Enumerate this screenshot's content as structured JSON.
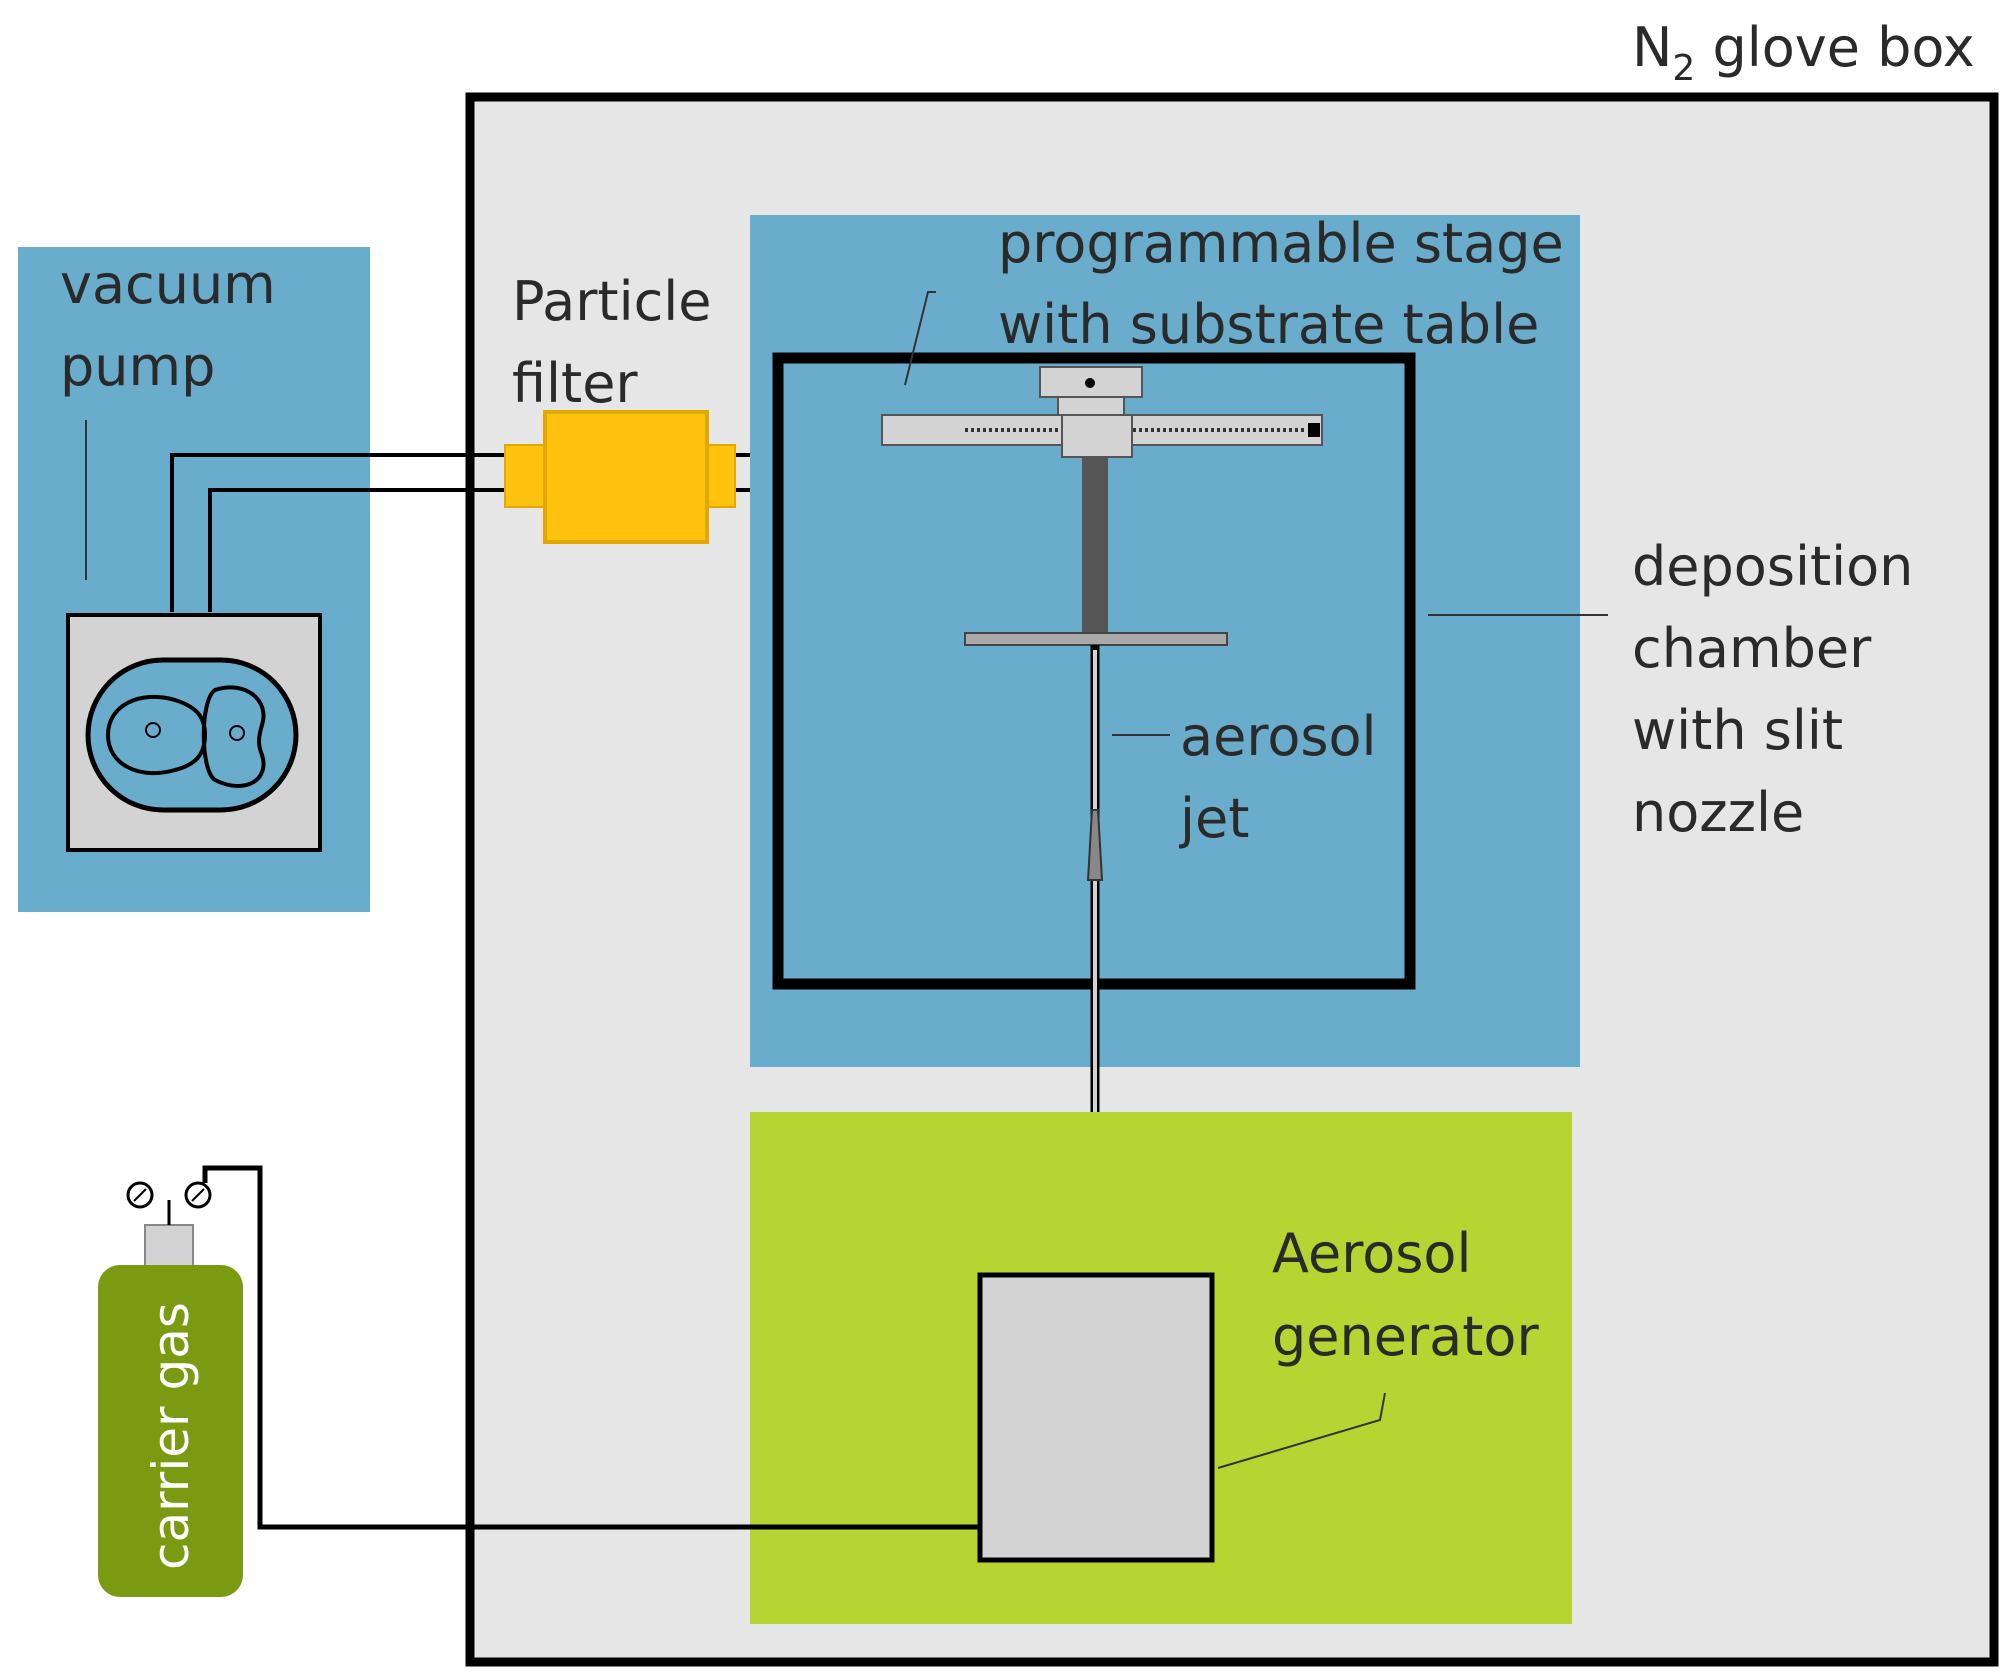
{
  "labels": {
    "glove_box_prefix": "N",
    "glove_box_sub": "2",
    "glove_box_suffix": " glove box",
    "vacuum_pump_line1": "vacuum",
    "vacuum_pump_line2": "pump",
    "particle_filter_line1": "Particle",
    "particle_filter_line2": "filter",
    "stage_line1": "programmable stage",
    "stage_line2": "with substrate table",
    "chamber_line1": "deposition",
    "chamber_line2": "chamber",
    "chamber_line3": "with slit",
    "chamber_line4": "nozzle",
    "jet_line1": "aerosol",
    "jet_line2": "jet",
    "generator_line1": "Aerosol",
    "generator_line2": "generator",
    "carrier_gas": "carrier gas"
  },
  "colors": {
    "glove_box_fill": "#e6e6e6",
    "chamber_region": "#6aaccb",
    "pump_region": "#6aaccb",
    "generator_region": "#b8d432",
    "filter": "#ffc20e",
    "gas_cylinder": "#7a9a12",
    "device_gray": "#d3d3d3",
    "outline": "#000000"
  }
}
